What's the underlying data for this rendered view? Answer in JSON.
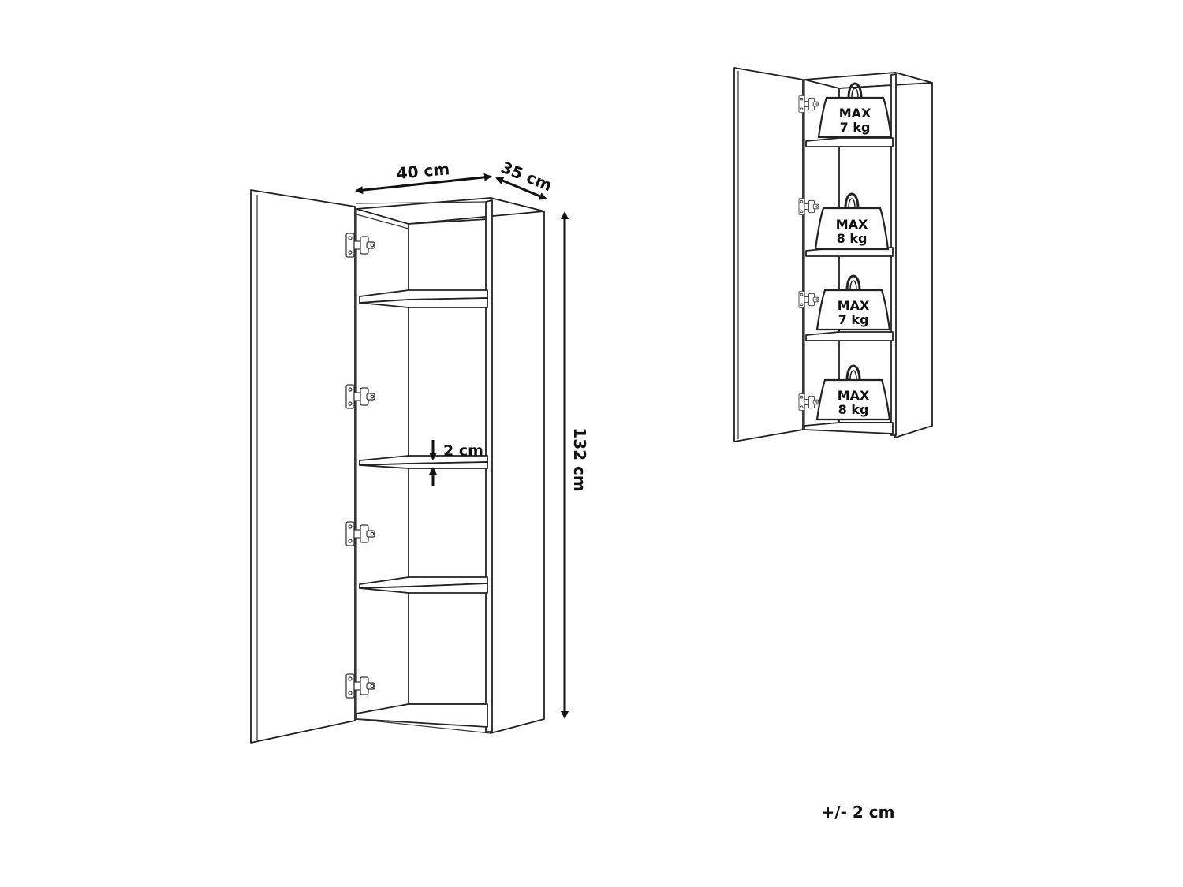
{
  "dimensions": {
    "width": "40 cm",
    "depth": "35 cm",
    "height": "132 cm",
    "shelf_thickness": "2 cm"
  },
  "weights": [
    {
      "line1": "MAX",
      "line2": "7 kg"
    },
    {
      "line1": "MAX",
      "line2": "8 kg"
    },
    {
      "line1": "MAX",
      "line2": "7 kg"
    },
    {
      "line1": "MAX",
      "line2": "8 kg"
    }
  ],
  "tolerance": "+/- 2 cm",
  "colors": {
    "line": "#222222",
    "background": "#ffffff"
  }
}
